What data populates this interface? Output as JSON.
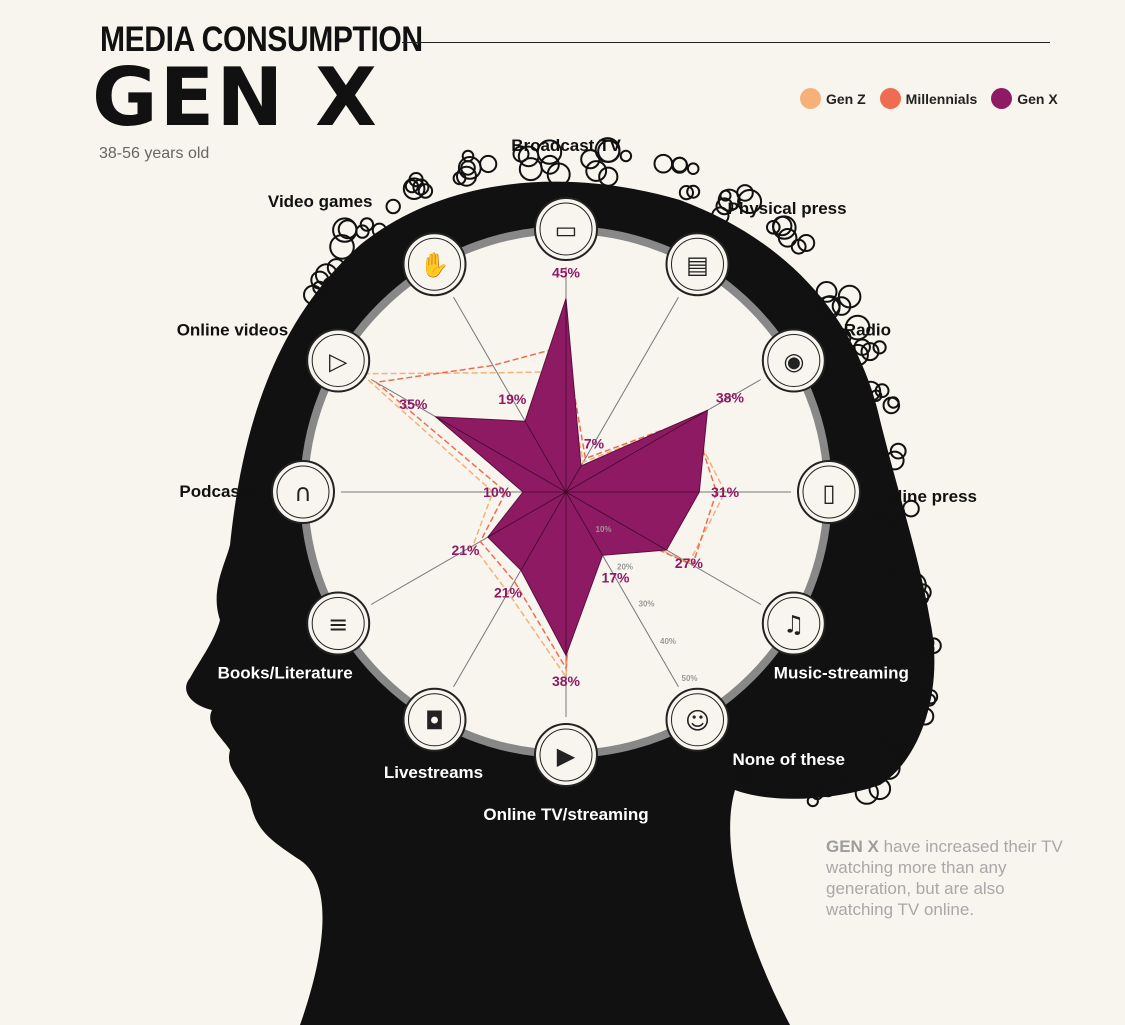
{
  "header": {
    "kicker": "MEDIA CONSUMPTION",
    "title": "GEN X",
    "subtitle": "38-56 years old"
  },
  "legend": [
    {
      "label": "Gen Z",
      "color": "#f6b07a"
    },
    {
      "label": "Millennials",
      "color": "#ef6c50"
    },
    {
      "label": "Gen X",
      "color": "#8e1a63"
    }
  ],
  "note": {
    "lead": "GEN X",
    "text": " have increased their TV watching more than any generation, but are also watching TV online."
  },
  "colors": {
    "background": "#f8f5ef",
    "silhouette": "#111111",
    "genx_fill": "#8e1a63",
    "millennials_line": "#ef6c50",
    "genz_line": "#f6b07a"
  },
  "chart_data": {
    "type": "radar",
    "unit": "%",
    "axis_ticks": [
      "10%",
      "20%",
      "30%",
      "40%",
      "50%"
    ],
    "rmax": 50,
    "categories": [
      {
        "label": "Broadcast TV",
        "icon": "tv-icon"
      },
      {
        "label": "Physical press",
        "icon": "newspaper-icon"
      },
      {
        "label": "Radio",
        "icon": "radio-icon"
      },
      {
        "label": "Online press",
        "icon": "phone-news-icon"
      },
      {
        "label": "Music-streaming",
        "icon": "music-notes-icon"
      },
      {
        "label": "None of these",
        "icon": "meditation-icon"
      },
      {
        "label": "Online TV/streaming",
        "icon": "streaming-icon"
      },
      {
        "label": "Livestreams",
        "icon": "livestream-icon"
      },
      {
        "label": "Books/Literature",
        "icon": "books-icon"
      },
      {
        "label": "Podcasts",
        "icon": "headphones-icon"
      },
      {
        "label": "Online videos",
        "icon": "video-player-icon"
      },
      {
        "label": "Video games",
        "icon": "gaming-phone-icon"
      }
    ],
    "series": [
      {
        "name": "Gen X",
        "values": [
          45,
          7,
          38,
          31,
          27,
          17,
          38,
          21,
          21,
          10,
          35,
          19
        ],
        "labels": [
          "45%",
          "7%",
          "38%",
          "31%",
          "27%",
          "17%",
          "38%",
          "21%",
          "21%",
          "10%",
          "35%",
          "19%"
        ]
      },
      {
        "name": "Millennials",
        "values": [
          34,
          9,
          34,
          35,
          34,
          6,
          41,
          24,
          23,
          14,
          51,
          34
        ]
      },
      {
        "name": "Gen Z",
        "values": [
          28,
          8,
          33,
          37,
          33,
          5,
          43,
          27,
          25,
          17,
          55,
          32
        ]
      }
    ]
  }
}
